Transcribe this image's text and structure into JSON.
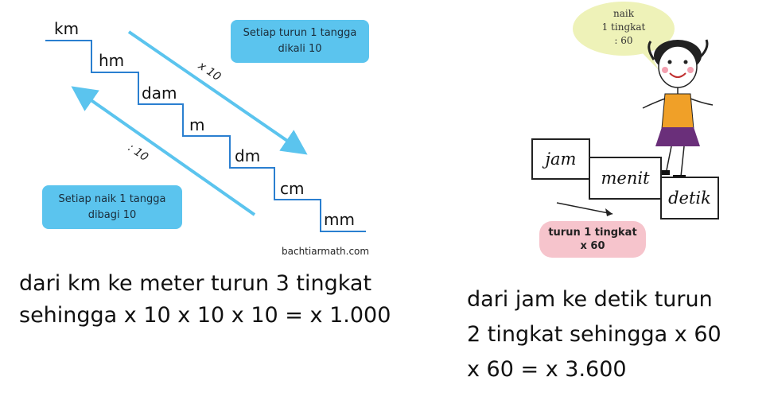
{
  "left_diagram": {
    "units": [
      "km",
      "hm",
      "dam",
      "m",
      "dm",
      "cm",
      "mm"
    ],
    "down_arrow_label": "x 10",
    "up_arrow_label": ": 10",
    "callout_down": [
      "Setiap turun 1 tangga",
      "dikali 10"
    ],
    "callout_up": [
      "Setiap naik 1 tangga",
      "dibagi 10"
    ],
    "credit": "bachtiarmath.com",
    "colors": {
      "arrow": "#5bc4ee",
      "callout": "#5bc4ee"
    }
  },
  "left_text": [
    "dari km ke meter turun 3 tingkat",
    "sehingga x 10 x 10 x 10 = x 1.000"
  ],
  "right_diagram": {
    "speech_bubble": [
      "naik",
      "1 tingkat",
      ": 60"
    ],
    "boxes": [
      "jam",
      "menit",
      "detik"
    ],
    "pill": [
      "turun 1 tingkat",
      "x 60"
    ],
    "colors": {
      "bubble": "#eef2b8",
      "pill": "#f6c4cc",
      "shirt": "#f0a028",
      "skirt": "#6a2f7a"
    }
  },
  "right_text": [
    "dari jam ke detik turun",
    "2 tingkat sehingga x 60",
    "x 60 = x 3.600"
  ]
}
